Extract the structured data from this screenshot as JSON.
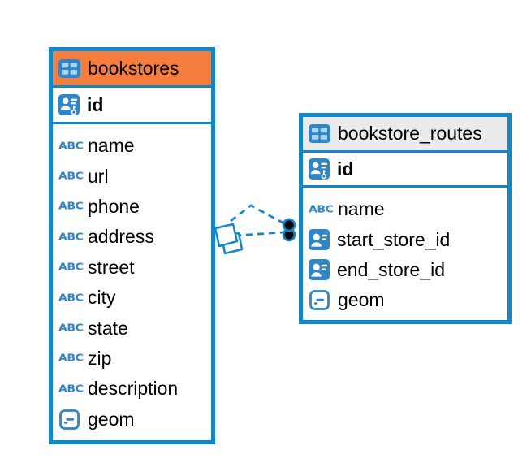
{
  "diagram_type": "entity-relationship-diagram",
  "colors": {
    "table_border": "#1187cb",
    "bookstores_header_fill": "#f57e3e",
    "bookstore_routes_header_fill": "#ebebeb",
    "icon_blue": "#2e86c8",
    "icon_cell_blue": "#a6d7f4",
    "relationship_line": "#1187cb",
    "endpoint_dot_fill": "#0b0b0b",
    "text": "#000000"
  },
  "type_icon_labels": {
    "varchar": "ABC"
  },
  "tables": [
    {
      "title": "bookstores",
      "pk": "id",
      "fields": [
        {
          "label": "name",
          "type": "varchar"
        },
        {
          "label": "url",
          "type": "varchar"
        },
        {
          "label": "phone",
          "type": "varchar"
        },
        {
          "label": "address",
          "type": "varchar"
        },
        {
          "label": "street",
          "type": "varchar"
        },
        {
          "label": "city",
          "type": "varchar"
        },
        {
          "label": "state",
          "type": "varchar"
        },
        {
          "label": "zip",
          "type": "varchar"
        },
        {
          "label": "description",
          "type": "varchar"
        },
        {
          "label": "geom",
          "type": "geometry"
        }
      ]
    },
    {
      "title": "bookstore_routes",
      "pk": "id",
      "fields": [
        {
          "label": "name",
          "type": "varchar"
        },
        {
          "label": "start_store_id",
          "type": "reference"
        },
        {
          "label": "end_store_id",
          "type": "reference"
        },
        {
          "label": "geom",
          "type": "geometry"
        }
      ]
    }
  ],
  "relationships": [
    {
      "from_table": "bookstores",
      "to_table": "bookstore_routes",
      "via": "start_store_id",
      "style": "dashed"
    },
    {
      "from_table": "bookstores",
      "to_table": "bookstore_routes",
      "via": "end_store_id",
      "style": "dashed"
    }
  ]
}
